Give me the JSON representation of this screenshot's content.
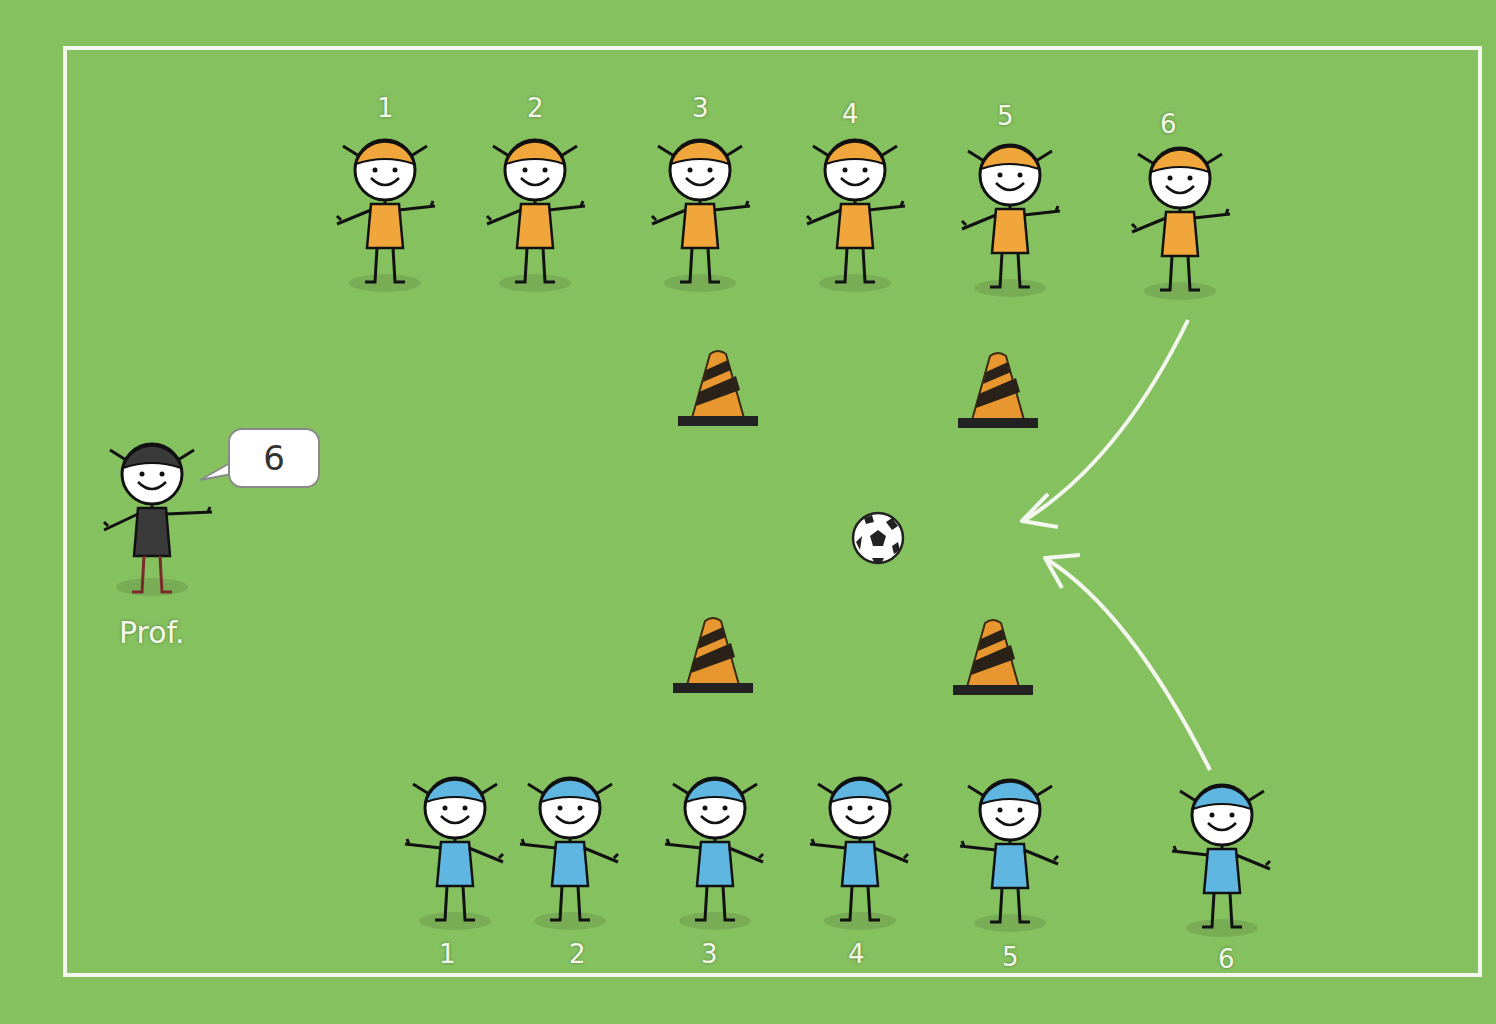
{
  "diagram": {
    "nodes": [
      {
        "text": [
          "6"
        ]
      }
    ],
    "labels": [
      "1",
      "2",
      "3",
      "4",
      "5",
      "6",
      "1",
      "2",
      "3",
      "4",
      "5",
      "6",
      "Prof."
    ]
  }
}
